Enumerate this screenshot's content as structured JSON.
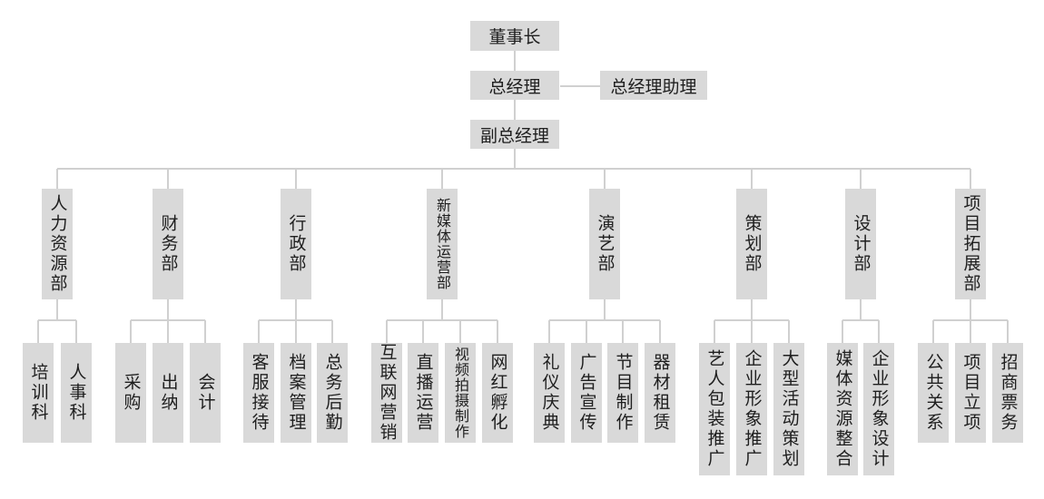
{
  "chairman": "董事长",
  "general_manager": "总经理",
  "gm_assistant": "总经理助理",
  "deputy_gm": "副总经理",
  "departments": [
    {
      "name": "人力资源部",
      "subs": [
        "培训科",
        "人事科"
      ]
    },
    {
      "name": "财务部",
      "subs": [
        "采购",
        "出纳",
        "会计"
      ]
    },
    {
      "name": "行政部",
      "subs": [
        "客服接待",
        "档案管理",
        "总务后勤"
      ]
    },
    {
      "name": "新媒体运营部",
      "subs": [
        "互联网营销",
        "直播运营",
        "视频拍摄制作",
        "网红孵化"
      ]
    },
    {
      "name": "演艺部",
      "subs": [
        "礼仪庆典",
        "广告宣传",
        "节目制作",
        "器材租赁"
      ]
    },
    {
      "name": "策划部",
      "subs": [
        "艺人包装推广",
        "企业形象推广",
        "大型活动策划"
      ]
    },
    {
      "name": "设计部",
      "subs": [
        "媒体资源整合",
        "企业形象设计"
      ]
    },
    {
      "name": "项目拓展部",
      "subs": [
        "公共关系",
        "项目立项",
        "招商票务"
      ]
    }
  ]
}
